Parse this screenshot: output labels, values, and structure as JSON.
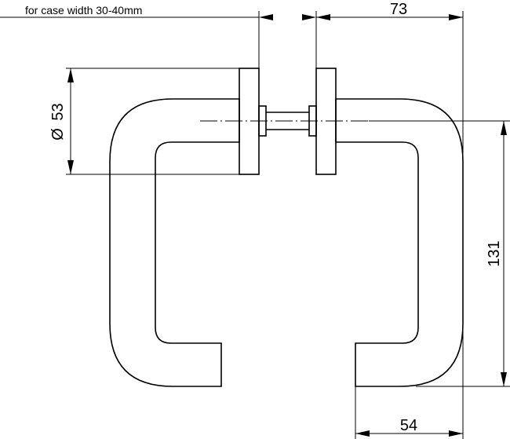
{
  "drawing": {
    "note": "for case width 30-40mm",
    "dimensions": {
      "rose_diameter_symbol": "Ø",
      "rose_diameter": "53",
      "overall_projection": "73",
      "handle_height": "131",
      "grip_return": "54"
    }
  }
}
